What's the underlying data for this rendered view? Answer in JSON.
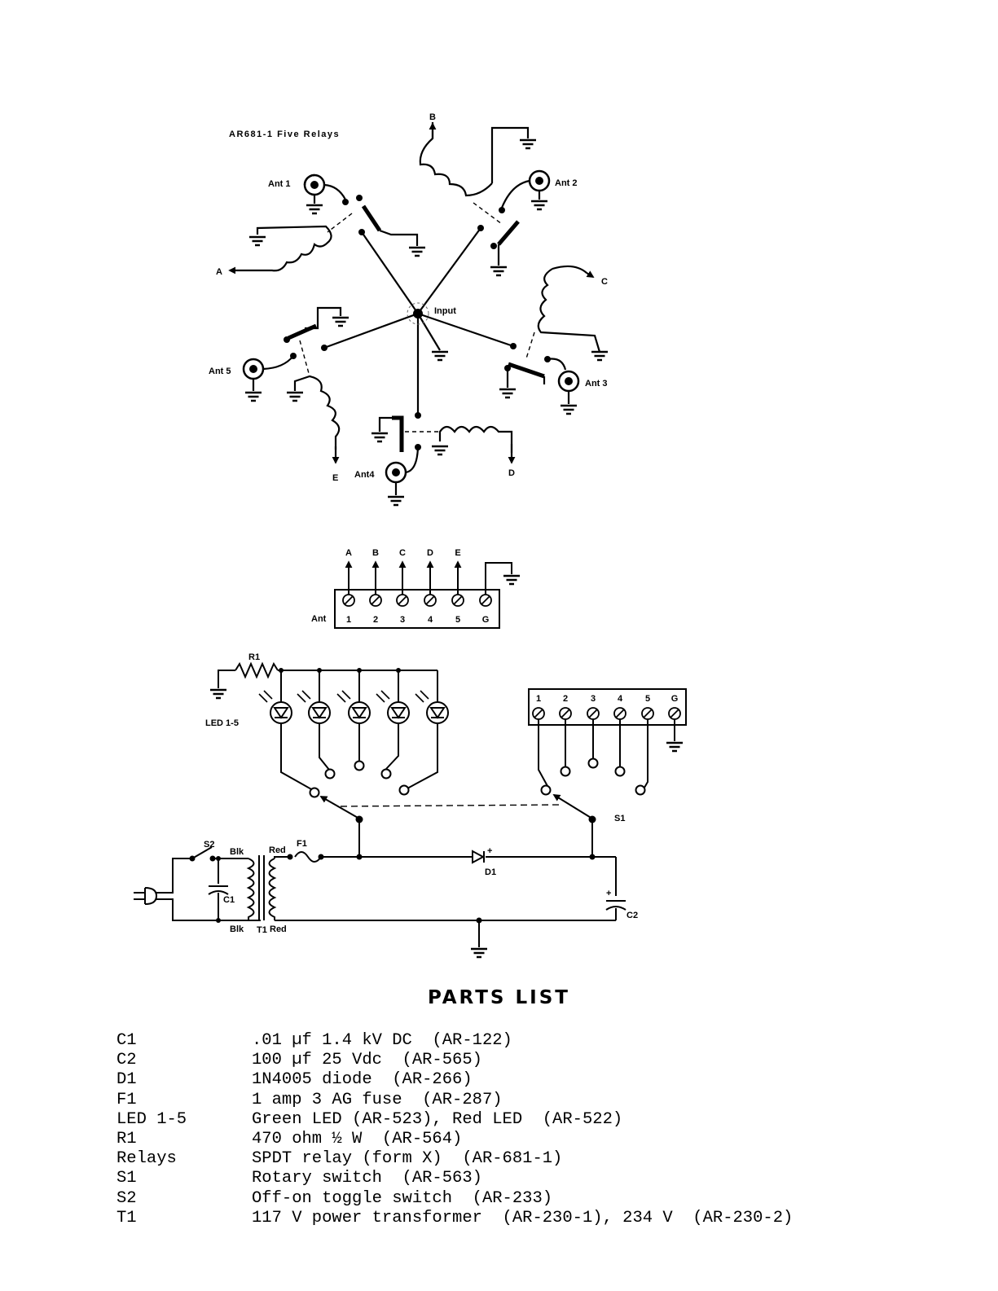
{
  "relay_board": {
    "title": "AR681-1 Five Relays",
    "input_label": "Input",
    "antennas": [
      "Ant 1",
      "Ant 2",
      "Ant 3",
      "Ant4",
      "Ant 5"
    ],
    "coil_leads": [
      "A",
      "B",
      "C",
      "D",
      "E"
    ]
  },
  "terminal_strip": {
    "label": "Ant",
    "arrows": [
      "A",
      "B",
      "C",
      "D",
      "E"
    ],
    "numbers": [
      "1",
      "2",
      "3",
      "4",
      "5",
      "G"
    ]
  },
  "control_box": {
    "resistor": "R1",
    "led_label": "LED 1-5",
    "terminal_numbers": [
      "1",
      "2",
      "3",
      "4",
      "5",
      "G"
    ],
    "switch_s1": "S1",
    "switch_s2": "S2",
    "fuse": "F1",
    "diode": "D1",
    "cap_c1": "C1",
    "cap_c2": "C2",
    "transformer": "T1",
    "wire_blk_top": "Blk",
    "wire_blk_bottom": "Blk",
    "wire_red_top": "Red",
    "wire_red_bottom": "Red",
    "plus_sign": "+"
  },
  "parts_list": {
    "title": "PARTS LIST",
    "items": [
      {
        "ref": "C1",
        "desc": ".01 µf 1.4 kV DC  (AR-122)"
      },
      {
        "ref": "C2",
        "desc": "100 µf 25 Vdc  (AR-565)"
      },
      {
        "ref": "D1",
        "desc": "1N4005 diode  (AR-266)"
      },
      {
        "ref": "F1",
        "desc": "1 amp 3 AG fuse  (AR-287)"
      },
      {
        "ref": "LED 1-5",
        "desc": "Green LED (AR-523), Red LED  (AR-522)"
      },
      {
        "ref": "R1",
        "desc": "470 ohm ½ W  (AR-564)"
      },
      {
        "ref": "Relays",
        "desc": "SPDT relay (form X)  (AR-681-1)"
      },
      {
        "ref": "S1",
        "desc": "Rotary switch  (AR-563)"
      },
      {
        "ref": "S2",
        "desc": "Off-on toggle switch  (AR-233)"
      },
      {
        "ref": "T1",
        "desc": "117 V power transformer  (AR-230-1), 234 V  (AR-230-2)"
      }
    ]
  }
}
